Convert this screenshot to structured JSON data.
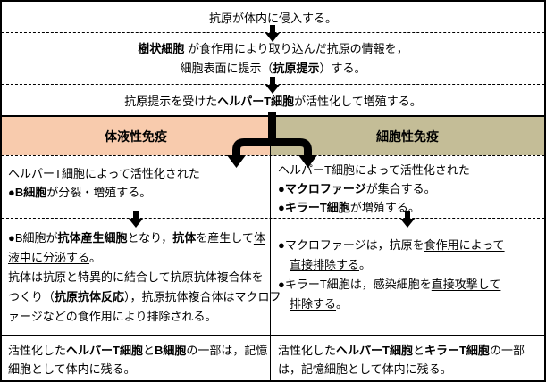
{
  "colors": {
    "humoral_header_bg": "#F8CBAD",
    "cellular_header_bg": "#C4BD97",
    "border": "#000000",
    "arrow": "#000000"
  },
  "icons": {
    "down_arrow": "thick black down arrow",
    "split_arrow": "thick black T-split arrow with two down arrowheads"
  },
  "flow": {
    "step1_lines": [
      {
        "segs": [
          {
            "t": "抗原が体内に侵入する。"
          }
        ]
      }
    ],
    "step2_lines": [
      {
        "segs": [
          {
            "t": "樹状細胞",
            "b": true
          },
          {
            "t": " が食作用により取り込んだ抗原の情報を，"
          }
        ]
      },
      {
        "segs": [
          {
            "t": "細胞表面に提示（"
          },
          {
            "t": "抗原提示",
            "b": true
          },
          {
            "t": "）する。"
          }
        ]
      }
    ],
    "step3_lines": [
      {
        "segs": [
          {
            "t": "抗原提示を受けた"
          },
          {
            "t": "ヘルパーT細胞",
            "b": true
          },
          {
            "t": "が活性化して増殖する。"
          }
        ]
      }
    ]
  },
  "humoral": {
    "header": "体液性免疫",
    "activation_lines": [
      {
        "segs": [
          {
            "t": "ヘルパーT細胞によって活性化された"
          }
        ]
      },
      {
        "segs": [
          {
            "t": "●"
          },
          {
            "t": "B細胞",
            "b": true
          },
          {
            "t": "が分裂・増殖する。"
          }
        ]
      }
    ],
    "action_lines": [
      {
        "segs": [
          {
            "t": "●B細胞が"
          },
          {
            "t": "抗体産生細胞",
            "b": true
          },
          {
            "t": "となり，"
          },
          {
            "t": "抗体",
            "b": true
          },
          {
            "t": "を産生して"
          },
          {
            "t": "体",
            "u": true
          }
        ]
      },
      {
        "segs": [
          {
            "t": "液中に分泌する",
            "u": true
          },
          {
            "t": "。"
          }
        ]
      },
      {
        "segs": [
          {
            "t": "抗体は抗原と特異的に結合して抗原抗体複合体を"
          }
        ]
      },
      {
        "segs": [
          {
            "t": "つくり（"
          },
          {
            "t": "抗原抗体反応",
            "b": true
          },
          {
            "t": "），抗原抗体複合体はマクロフ"
          }
        ]
      },
      {
        "segs": [
          {
            "t": "ァージなどの食作用により排除される。"
          }
        ]
      }
    ],
    "memory_lines": [
      {
        "segs": [
          {
            "t": "活性化した"
          },
          {
            "t": "ヘルパーT細胞",
            "b": true
          },
          {
            "t": "と"
          },
          {
            "t": "B細胞",
            "b": true
          },
          {
            "t": "の一部は，記憶"
          }
        ]
      },
      {
        "segs": [
          {
            "t": "細胞として体内に残る。"
          }
        ]
      }
    ]
  },
  "cellular": {
    "header": "細胞性免疫",
    "activation_lines": [
      {
        "segs": [
          {
            "t": "ヘルパーT細胞によって活性化された"
          }
        ]
      },
      {
        "segs": [
          {
            "t": "●"
          },
          {
            "t": "マクロファージ",
            "b": true
          },
          {
            "t": "が集合する。"
          }
        ]
      },
      {
        "segs": [
          {
            "t": "●"
          },
          {
            "t": "キラーT細胞",
            "b": true
          },
          {
            "t": "が増殖する。"
          }
        ]
      }
    ],
    "action_lines": [
      {
        "segs": [
          {
            "t": "●マクロファージは，抗原を"
          },
          {
            "t": "食作用によって",
            "u": true
          }
        ]
      },
      {
        "indent": true,
        "segs": [
          {
            "t": "直接排除する",
            "u": true
          },
          {
            "t": "。"
          }
        ]
      },
      {
        "segs": [
          {
            "t": "●キラーT細胞は，感染細胞を"
          },
          {
            "t": "直接攻撃して",
            "u": true
          }
        ]
      },
      {
        "indent": true,
        "segs": [
          {
            "t": "排除する",
            "u": true
          },
          {
            "t": "。"
          }
        ]
      }
    ],
    "memory_lines": [
      {
        "segs": [
          {
            "t": "活性化した"
          },
          {
            "t": "ヘルパーT細胞",
            "b": true
          },
          {
            "t": "と"
          },
          {
            "t": "キラーT細胞",
            "b": true
          },
          {
            "t": "の一部"
          }
        ]
      },
      {
        "segs": [
          {
            "t": "は，記憶細胞として体内に残る。"
          }
        ]
      }
    ]
  }
}
